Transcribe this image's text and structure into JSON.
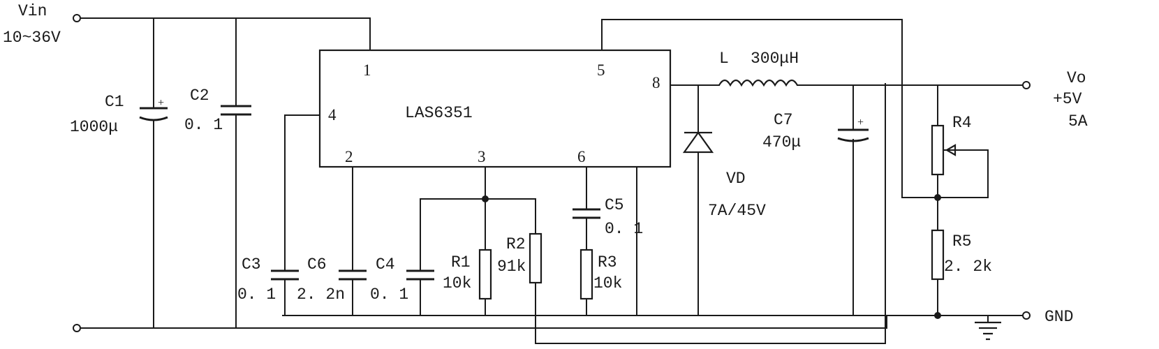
{
  "labels": {
    "vin": "Vin",
    "vin_range": "10~36V",
    "ic": "LAS6351",
    "c1_name": "C1",
    "c1_val": "1000μ",
    "c2_name": "C2",
    "c2_val": "0. 1",
    "c3_name": "C3",
    "c3_val": "0. 1",
    "c6_name": "C6",
    "c6_val": "2. 2n",
    "c4_name": "C4",
    "c4_val": "0. 1",
    "r1_name": "R1",
    "r1_val": "10k",
    "r2_name": "R2",
    "r2_val": "91k",
    "c5_name": "C5",
    "c5_val": "0. 1",
    "r3_name": "R3",
    "r3_val": "10k",
    "l_name": "L",
    "l_val": "300μH",
    "vd_name": "VD",
    "vd_val": "7A/45V",
    "c7_name": "C7",
    "c7_val": "470μ",
    "r4_name": "R4",
    "r5_name": "R5",
    "r5_val": "2. 2k",
    "vo": "Vo",
    "vo_volt": "+5V",
    "vo_amp": "5A",
    "gnd": "GND",
    "pin1": "1",
    "pin2": "2",
    "pin3": "3",
    "pin4": "4",
    "pin5": "5",
    "pin6": "6",
    "pin8": "8"
  }
}
